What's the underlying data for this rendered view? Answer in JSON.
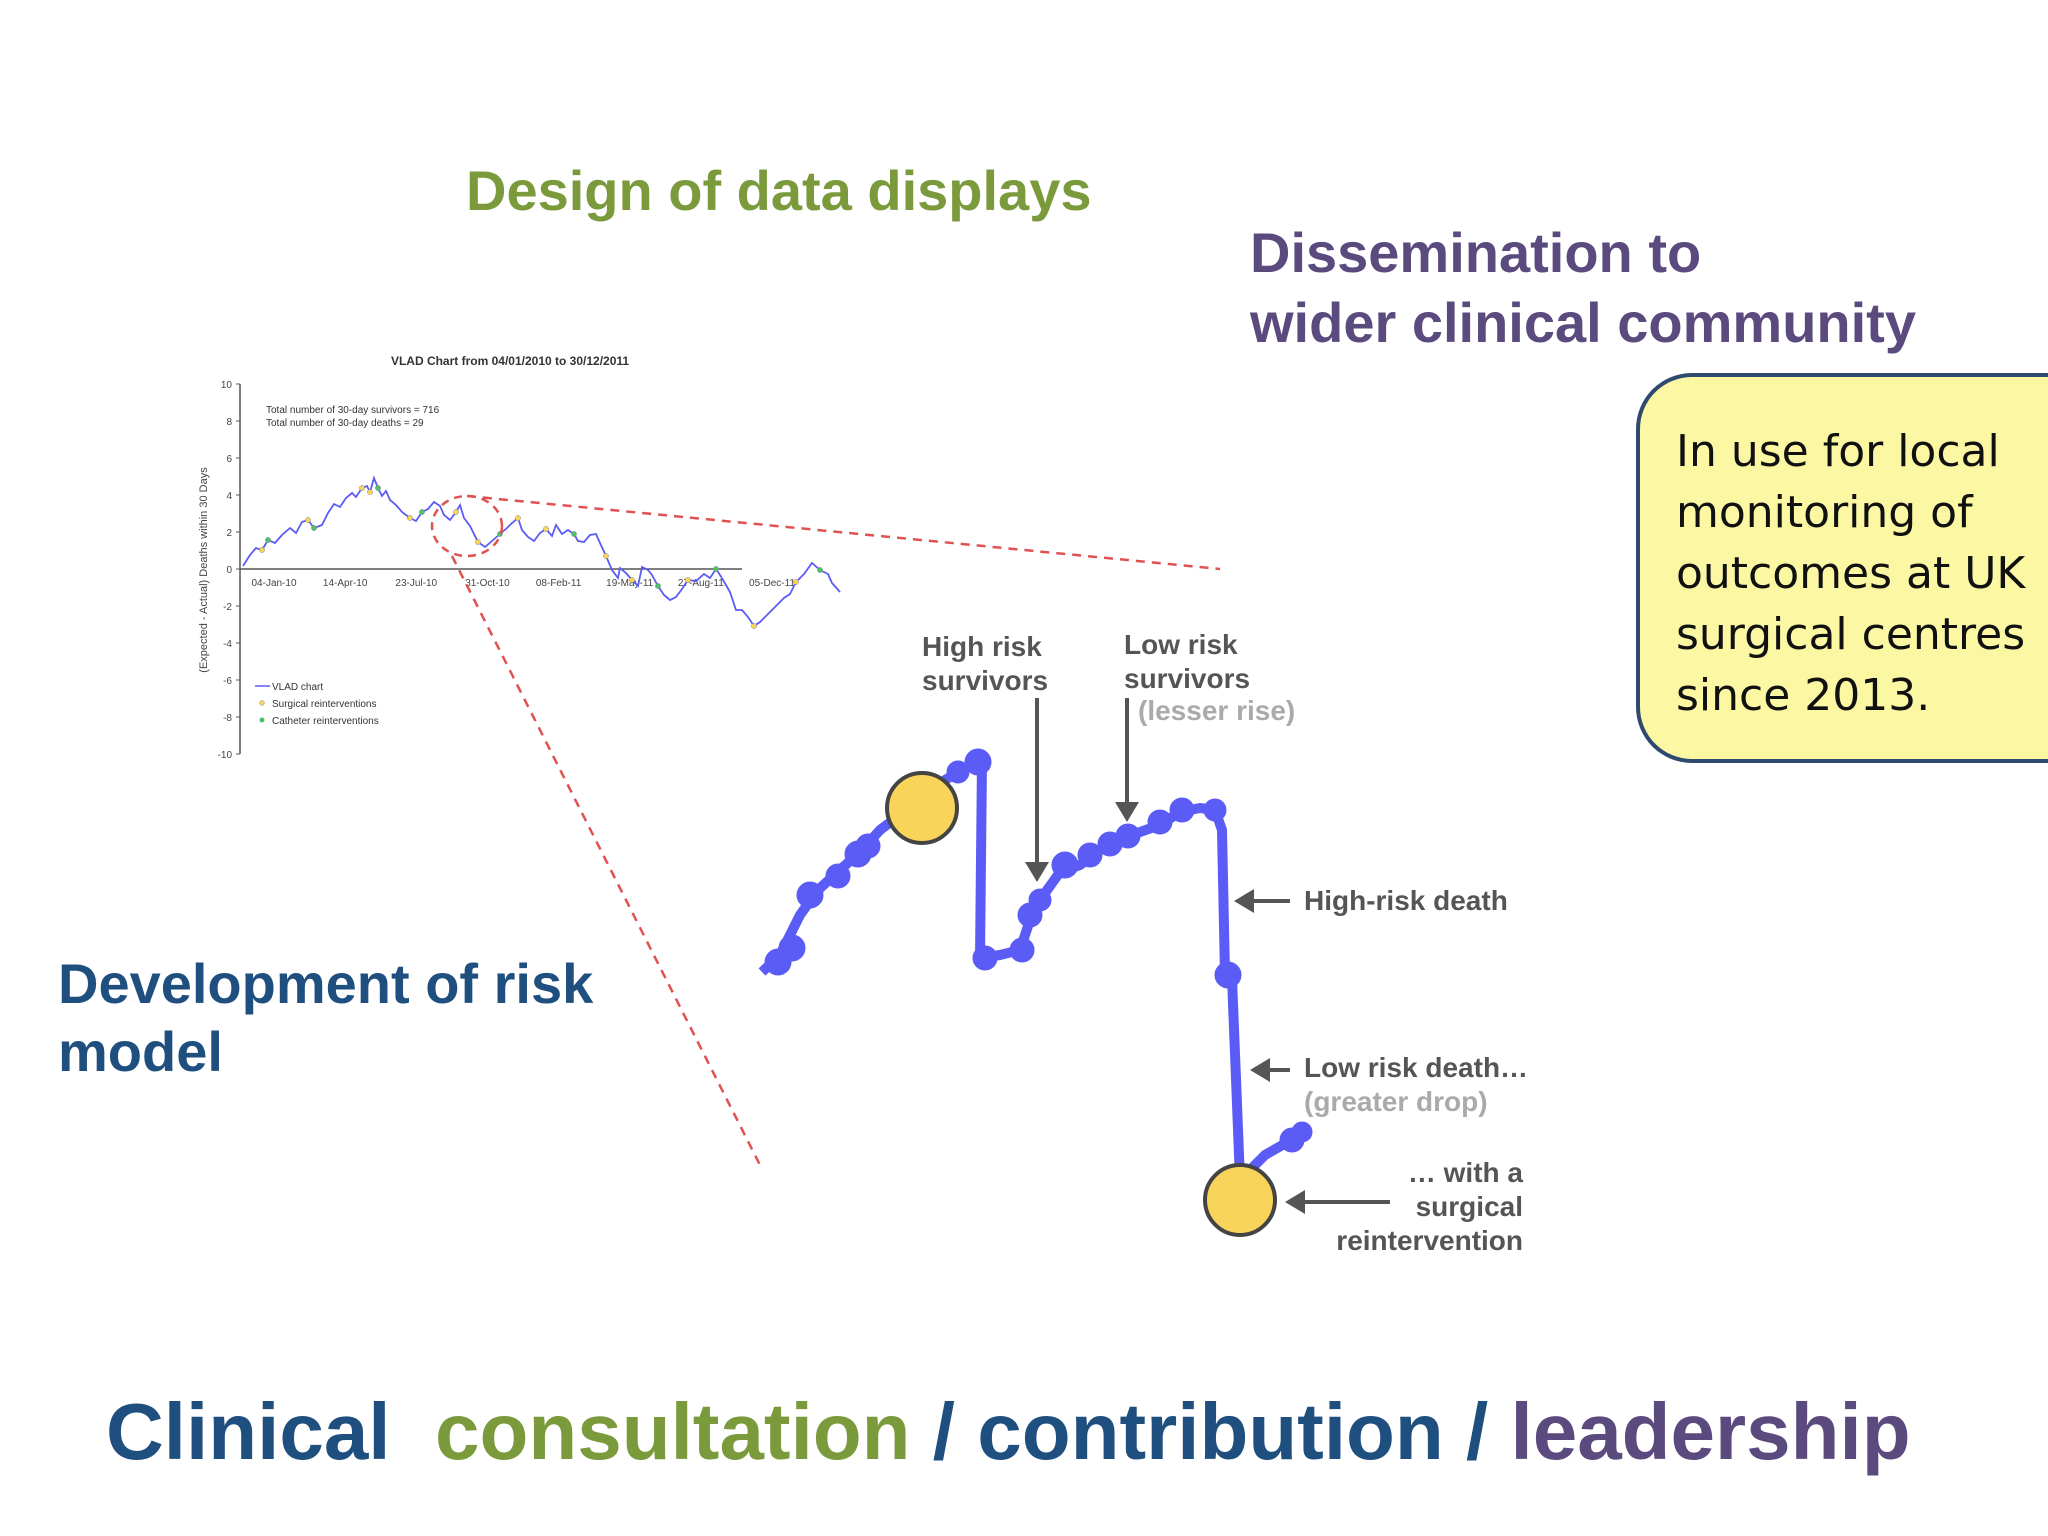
{
  "headings": {
    "design": "Design of data displays",
    "dissemination_line1": "Dissemination to",
    "dissemination_line2": "wider clinical community",
    "development_line1": "Development of risk",
    "development_line2": "model"
  },
  "note": {
    "text": "In use for local monitoring of outcomes at UK surgical centres since 2013."
  },
  "footer": {
    "part1": "Clinical",
    "part2": "consultation",
    "sep1": " / ",
    "part3": "contribution",
    "sep2": " / ",
    "part4": "leadership"
  },
  "vlad_chart": {
    "title": "VLAD Chart from 04/01/2010 to 30/12/2011",
    "ylabel": "(Expected - Actual) Deaths within 30 Days",
    "yticks": [
      "10",
      "8",
      "6",
      "4",
      "2",
      "0",
      "-2",
      "-4",
      "-6",
      "-8",
      "-10"
    ],
    "xticks": [
      "04-Jan-10",
      "14-Apr-10",
      "23-Jul-10",
      "31-Oct-10",
      "08-Feb-11",
      "19-May-11",
      "27-Aug-11",
      "05-Dec-11"
    ],
    "stat1": "Total number of 30-day survivors = 716",
    "stat2": "Total number of 30-day deaths = 29",
    "legend": [
      "VLAD chart",
      "Surgical reinterventions",
      "Catheter reinterventions"
    ]
  },
  "zoom": {
    "high_risk_survivors_1": "High risk",
    "high_risk_survivors_2": "survivors",
    "low_risk_survivors_1": "Low risk",
    "low_risk_survivors_2": "survivors",
    "lesser_rise": "(lesser rise)",
    "high_risk_death": "High-risk death",
    "low_risk_death": "Low risk death…",
    "greater_drop": "(greater drop)",
    "reint_1": "… with a",
    "reint_2": "surgical",
    "reint_3": "reintervention"
  },
  "colors": {
    "green": "#7a9a3c",
    "purple": "#5b4a7e",
    "blue": "#1f4f7f",
    "line": "#5b5cf5",
    "marker": "#f9d45a",
    "callout": "#e05252",
    "note_bg": "#fbf7a3"
  }
}
